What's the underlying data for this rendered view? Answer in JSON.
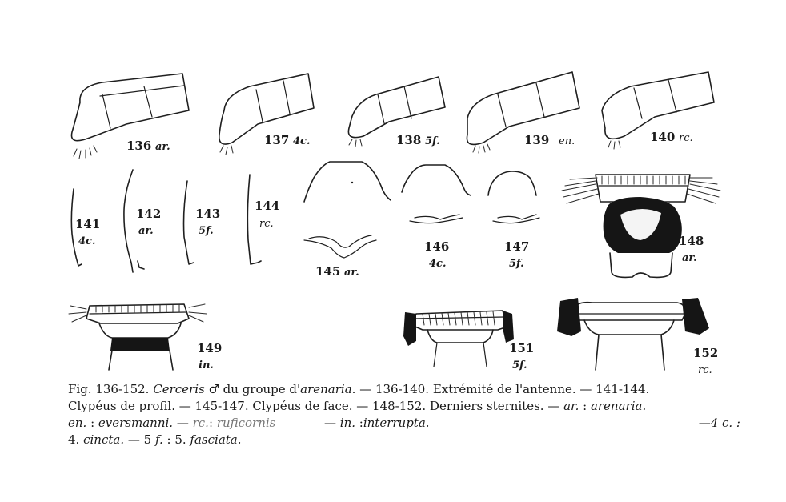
{
  "figure": {
    "labels": [
      {
        "id": "136",
        "num": "136",
        "abbr": "ar."
      },
      {
        "id": "137",
        "num": "137",
        "abbr": "4c."
      },
      {
        "id": "138",
        "num": "138",
        "abbr": "5f."
      },
      {
        "id": "139",
        "num": "139",
        "abbr": "en."
      },
      {
        "id": "140",
        "num": "140",
        "abbr": "rc."
      },
      {
        "id": "141",
        "num": "141",
        "abbr": "4c."
      },
      {
        "id": "142",
        "num": "142",
        "abbr": "ar."
      },
      {
        "id": "143",
        "num": "143",
        "abbr": "5f."
      },
      {
        "id": "144",
        "num": "144",
        "abbr": "rc."
      },
      {
        "id": "145",
        "num": "145",
        "abbr": "ar."
      },
      {
        "id": "146",
        "num": "146",
        "abbr": "4c."
      },
      {
        "id": "147",
        "num": "147",
        "abbr": "5f."
      },
      {
        "id": "148",
        "num": "148",
        "abbr": "ar."
      },
      {
        "id": "149",
        "num": "149",
        "abbr": "in."
      },
      {
        "id": "151",
        "num": "151",
        "abbr": "5f."
      },
      {
        "id": "152",
        "num": "152",
        "abbr": "rc."
      }
    ]
  },
  "caption": {
    "l1": {
      "a": "Fig. 136-152. ",
      "genus": "Cerceris",
      "sym": " ♂ ",
      "b": "du groupe d'",
      "sp": "arenaria",
      "c": ". — 136-140. Extrémité de l'antenne. — 141-144."
    },
    "l2": {
      "a": "Clypéus de profil. — 145-147. Clypéus de face. — 148-152. Derniers sternites. — ",
      "abbr": "ar.",
      "b": " : ",
      "sp": "arenaria."
    },
    "l3": {
      "a": "en.",
      "b": " : ",
      "c": "eversmanni.",
      "d": " — ",
      "e": "rc.",
      "f": ": ",
      "g": "ruficornis",
      "h": "— ",
      "i": "in.",
      "j": " :",
      "k": "interrupta.",
      "l": "—4 c. :"
    },
    "l4": {
      "a": "4. ",
      "b": "cincta.",
      "c": " — 5 ",
      "d": "f.",
      "e": " : 5. ",
      "f": "fasciata."
    }
  }
}
